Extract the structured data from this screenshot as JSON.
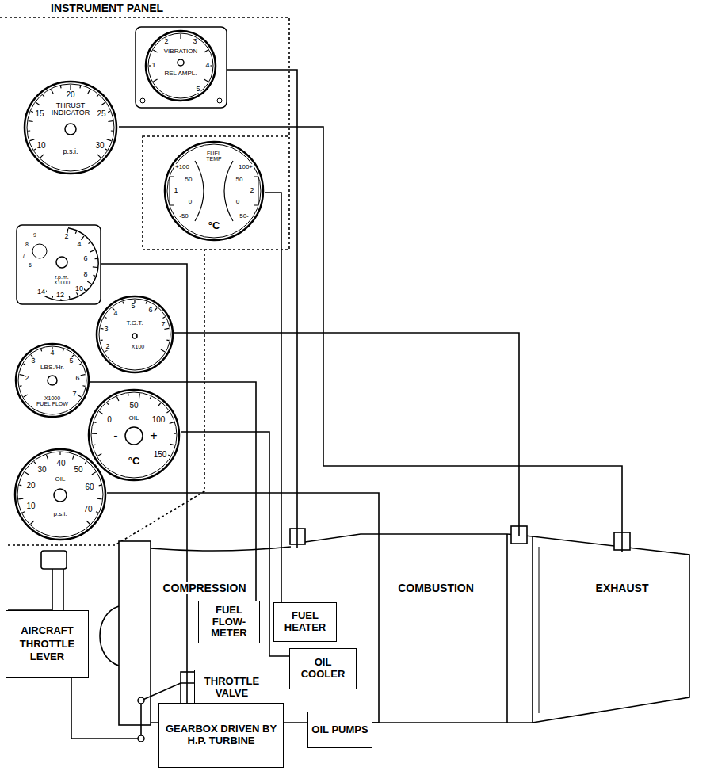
{
  "diagram": {
    "nodes": [
      {
        "text": [
          "VIBRATION",
          "REL AMPL.",
          "1",
          "2",
          "3",
          "4",
          "5"
        ]
      },
      {
        "text": [
          "THRUST INDICATOR",
          "p.s.i.",
          "10",
          "15",
          "20",
          "25",
          "30"
        ]
      },
      {
        "text": [
          "FUEL TEMP",
          "+100",
          "50",
          "0",
          "-50",
          "1",
          "100+",
          "50",
          "0",
          "50-",
          "2",
          "°C"
        ]
      },
      {
        "text": [
          "r.p.m. X1000",
          "2",
          "4",
          "6",
          "8",
          "10",
          "12",
          "14",
          "9",
          "8",
          "7",
          "6"
        ]
      },
      {
        "text": [
          "T.G.T.",
          "X100",
          "2",
          "3",
          "4",
          "5",
          "6",
          "7"
        ]
      },
      {
        "text": [
          "LBS./Hr.",
          "X1000 FUEL FLOW",
          "2",
          "3",
          "4",
          "5",
          "6",
          "7"
        ]
      },
      {
        "text": [
          "OIL",
          "0",
          "50",
          "100",
          "150",
          "-",
          "+",
          "°C"
        ]
      },
      {
        "text": [
          "OIL",
          "p.s.i.",
          "10",
          "20",
          "30",
          "40",
          "50",
          "60",
          "70"
        ]
      },
      {
        "text": [
          "AIRCRAFT THROTTLE LEVER"
        ]
      },
      {
        "text": [
          "COMPRESSION"
        ]
      },
      {
        "text": [
          "FUEL FLOW- METER"
        ],
        "in": 9
      },
      {
        "text": [
          "FUEL HEATER"
        ],
        "in": 9
      },
      {
        "text": [
          "OIL COOLER"
        ],
        "in": 9
      },
      {
        "text": [
          "COMBUSTION"
        ]
      },
      {
        "text": [
          "EXHAUST"
        ]
      },
      {
        "text": [
          "THROTTLE VALVE"
        ]
      },
      {
        "text": [
          "GEARBOX DRIVEN BY H.P. TURBINE"
        ]
      },
      {
        "text": [
          "OIL PUMPS"
        ]
      }
    ],
    "edges": [
      {
        "from": 0,
        "to": 9,
        "arrow": "none"
      },
      {
        "from": 1,
        "to": 14,
        "arrow": "none"
      },
      {
        "from": 2,
        "to": 11,
        "arrow": "none"
      },
      {
        "from": 3,
        "to": 16,
        "arrow": "none"
      },
      {
        "from": 4,
        "to": 13,
        "arrow": "none"
      },
      {
        "from": 5,
        "to": 10,
        "arrow": "none"
      },
      {
        "from": 6,
        "to": 12,
        "arrow": "none"
      },
      {
        "from": 7,
        "to": 17,
        "arrow": "none"
      },
      {
        "from": 8,
        "to": 15,
        "arrow": "none"
      }
    ],
    "labels": [
      "INSTRUMENT PANEL"
    ]
  }
}
